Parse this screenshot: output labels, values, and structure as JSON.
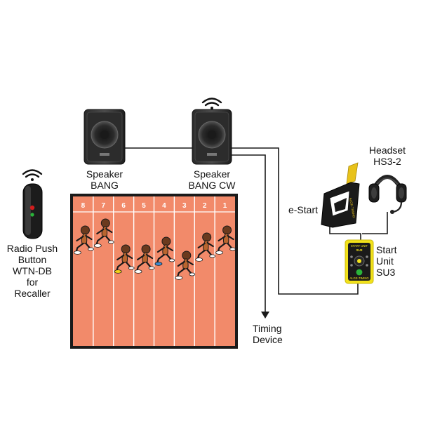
{
  "labels": {
    "speaker1": [
      "Speaker",
      "BANG"
    ],
    "speaker2": [
      "Speaker",
      "BANG CW"
    ],
    "radio_button": [
      "Radio Push",
      "Button",
      "WTN-DB",
      "for",
      "Recaller"
    ],
    "headset": [
      "Headset",
      "HS3-2"
    ],
    "estart": "e-Start",
    "start_unit": [
      "Start",
      "Unit",
      "SU3"
    ],
    "timing_device": [
      "Timing",
      "Device"
    ]
  },
  "lanes": [
    "8",
    "7",
    "6",
    "5",
    "4",
    "3",
    "2",
    "1"
  ],
  "start_unit_panel": {
    "title_line1": "START UNIT",
    "title_line2": "SU3",
    "brand": "ALGE-TIMING"
  },
  "estart_brand": "ALGE-TIMING",
  "icons": [
    "wireless-signal-icon",
    "speaker-icon",
    "radio-push-button-icon",
    "headset-icon",
    "e-start-pistol-icon",
    "start-unit-icon",
    "runner-icon",
    "arrow-down-icon"
  ],
  "colors": {
    "track": "#f28a6a",
    "lane_line": "#ffffff",
    "border": "#1a1a1a",
    "start_unit": "#f2e21a",
    "estart_accent": "#e8c21a",
    "wire": "#1a1a1a"
  }
}
